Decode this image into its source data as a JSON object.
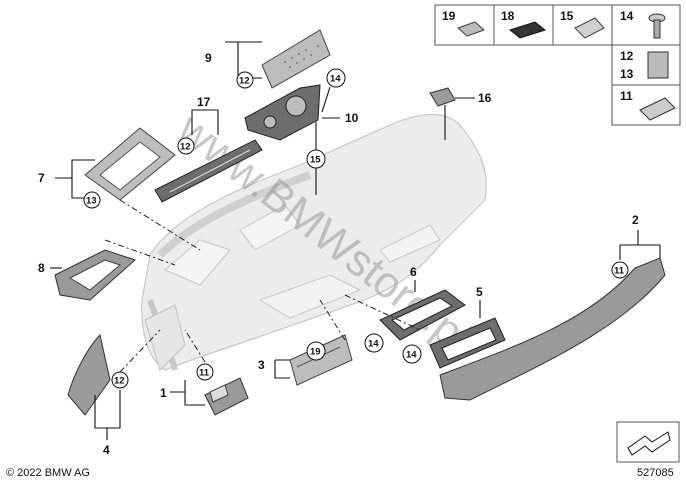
{
  "diagram": {
    "copyright": "© 2022 BMW AG",
    "diagram_number": "527085",
    "watermark": "www.BMWstore.pl",
    "callouts": {
      "c1": "1",
      "c2": "2",
      "c3": "3",
      "c4": "4",
      "c5": "5",
      "c6": "6",
      "c7": "7",
      "c8": "8",
      "c9": "9",
      "c10": "10",
      "c16": "16",
      "c17": "17"
    },
    "circled": {
      "p9": "12",
      "p10": "14",
      "p10b": "15",
      "p17": "12",
      "p7": "13",
      "p2": "11",
      "p4": "12",
      "p1": "11",
      "p3": "19",
      "p6a": "14",
      "p6b": "14"
    },
    "legend": {
      "items": [
        "19",
        "18",
        "15",
        "14",
        "12",
        "13",
        "11"
      ]
    }
  }
}
